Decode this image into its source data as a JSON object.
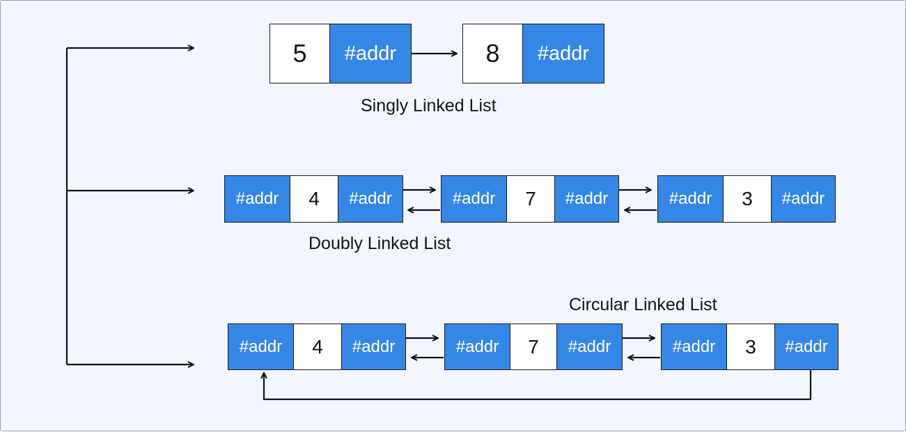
{
  "colors": {
    "pointer_fill": "#3587e6",
    "value_fill": "#ffffff",
    "line": "#111111",
    "background": "#f3f6fd"
  },
  "singly": {
    "label": "Singly Linked List",
    "nodes": [
      {
        "value": "5",
        "next": "#addr"
      },
      {
        "value": "8",
        "next": "#addr"
      }
    ]
  },
  "doubly": {
    "label": "Doubly Linked List",
    "nodes": [
      {
        "prev": "#addr",
        "value": "4",
        "next": "#addr"
      },
      {
        "prev": "#addr",
        "value": "7",
        "next": "#addr"
      },
      {
        "prev": "#addr",
        "value": "3",
        "next": "#addr"
      }
    ]
  },
  "circular": {
    "label": "Circular Linked List",
    "nodes": [
      {
        "prev": "#addr",
        "value": "4",
        "next": "#addr"
      },
      {
        "prev": "#addr",
        "value": "7",
        "next": "#addr"
      },
      {
        "prev": "#addr",
        "value": "3",
        "next": "#addr"
      }
    ]
  }
}
